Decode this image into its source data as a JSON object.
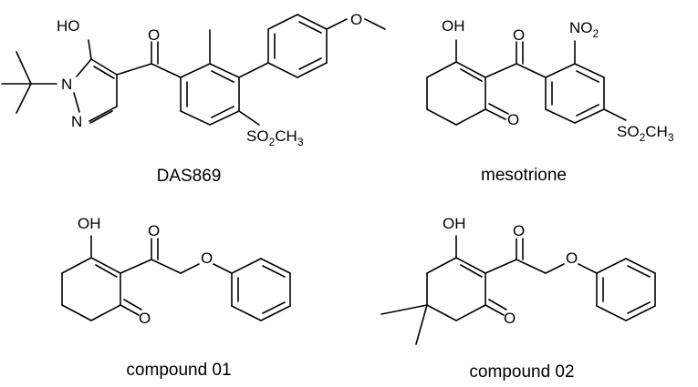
{
  "compounds": [
    {
      "name": "DAS869",
      "atoms": {
        "hydroxyl": "HO",
        "ring_n1": "N",
        "ring_n2": "N",
        "carbonyl_o": "O",
        "methoxy_o": "O",
        "sulfonyl": "SO",
        "sulfonyl_o_count": "2",
        "sulfonyl_methyl": "CH",
        "sulfonyl_methyl_h_count": "3"
      }
    },
    {
      "name": "mesotrione",
      "atoms": {
        "hydroxyl": "OH",
        "ketone_o": "O",
        "carbonyl_o": "O",
        "nitro": "NO",
        "nitro_o_count": "2",
        "sulfonyl": "SO",
        "sulfonyl_o_count": "2",
        "sulfonyl_methyl": "CH",
        "sulfonyl_methyl_h_count": "3"
      }
    },
    {
      "name": "compound 01",
      "atoms": {
        "hydroxyl": "OH",
        "ketone_o": "O",
        "carbonyl_o": "O",
        "ether_o": "O"
      }
    },
    {
      "name": "compound 02",
      "atoms": {
        "hydroxyl": "OH",
        "ketone_o": "O",
        "carbonyl_o": "O",
        "ether_o": "O"
      }
    }
  ]
}
